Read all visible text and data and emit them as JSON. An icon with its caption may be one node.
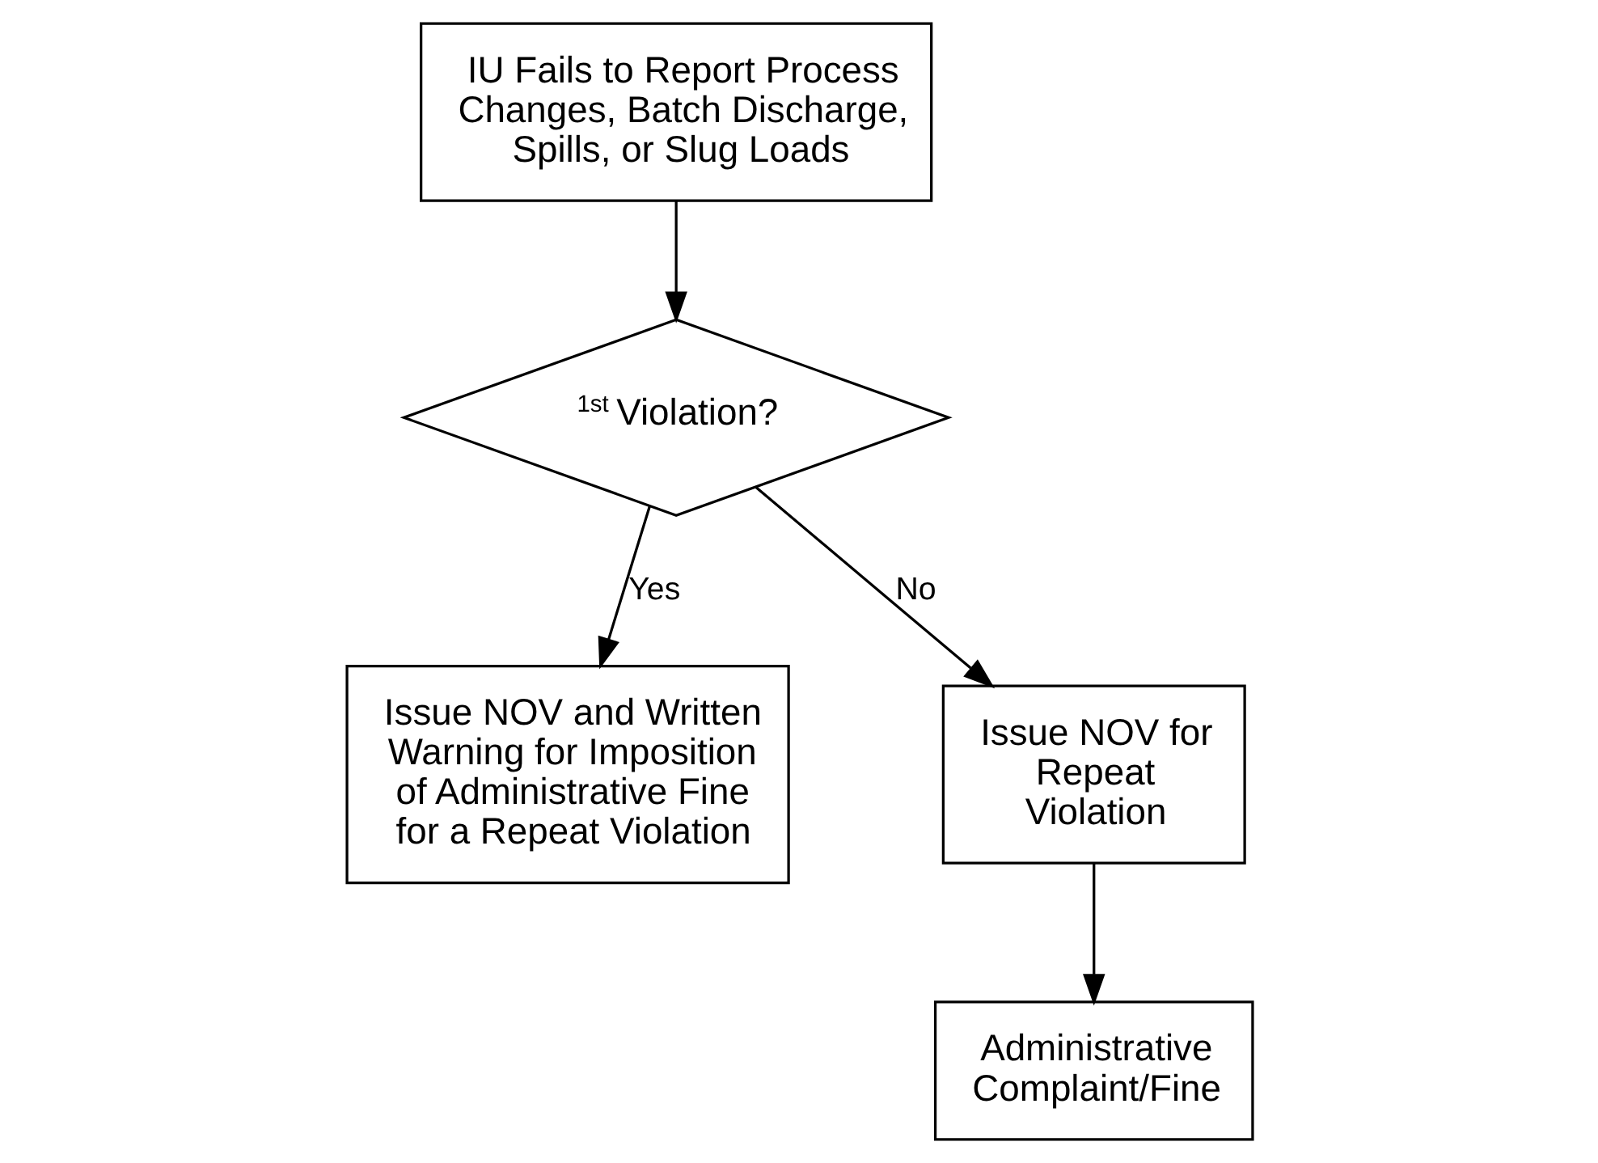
{
  "diagram": {
    "nodes": [
      {
        "text": [
          "IU Fails to Report Process Changes, Batch Discharge, Spills, or Slug Loads"
        ]
      },
      {
        "text": [
          "$^{1st}$ Violation?"
        ]
      },
      {
        "text": [
          "Issue NOV and Written Warning for Imposition of Administrative Fine for a Repeat Violation"
        ]
      },
      {
        "text": [
          "Issue NOV for Repeat Violation"
        ]
      },
      {
        "text": [
          "Administrative Complaint/Fine"
        ]
      }
    ],
    "edges": [
      {
        "from": 0,
        "to": 1,
        "arrow": "to"
      },
      {
        "from": 1,
        "to": 2,
        "arrow": "to",
        "label": "Yes"
      },
      {
        "from": 1,
        "to": 3,
        "arrow": "to",
        "label": "No"
      },
      {
        "from": 3,
        "to": 4,
        "arrow": "to"
      }
    ]
  }
}
